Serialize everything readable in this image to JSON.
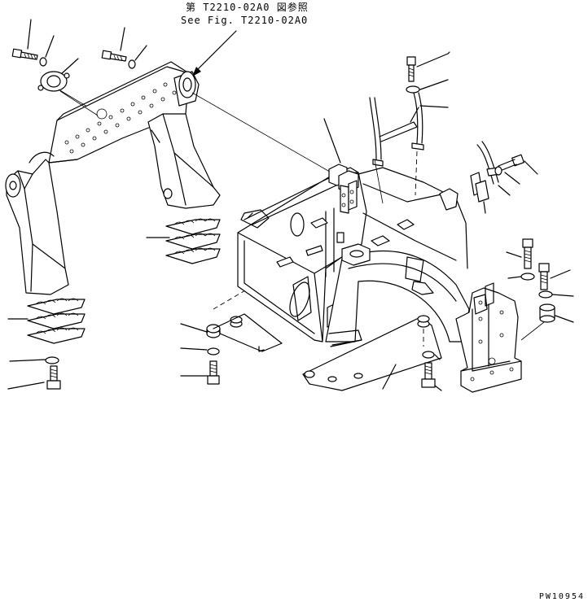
{
  "header": {
    "reference_jp": "第 T2210-02A0 図参照",
    "reference_en": "See Fig. T2210-02A0"
  },
  "footer": {
    "drawing_code": "PW10954"
  }
}
